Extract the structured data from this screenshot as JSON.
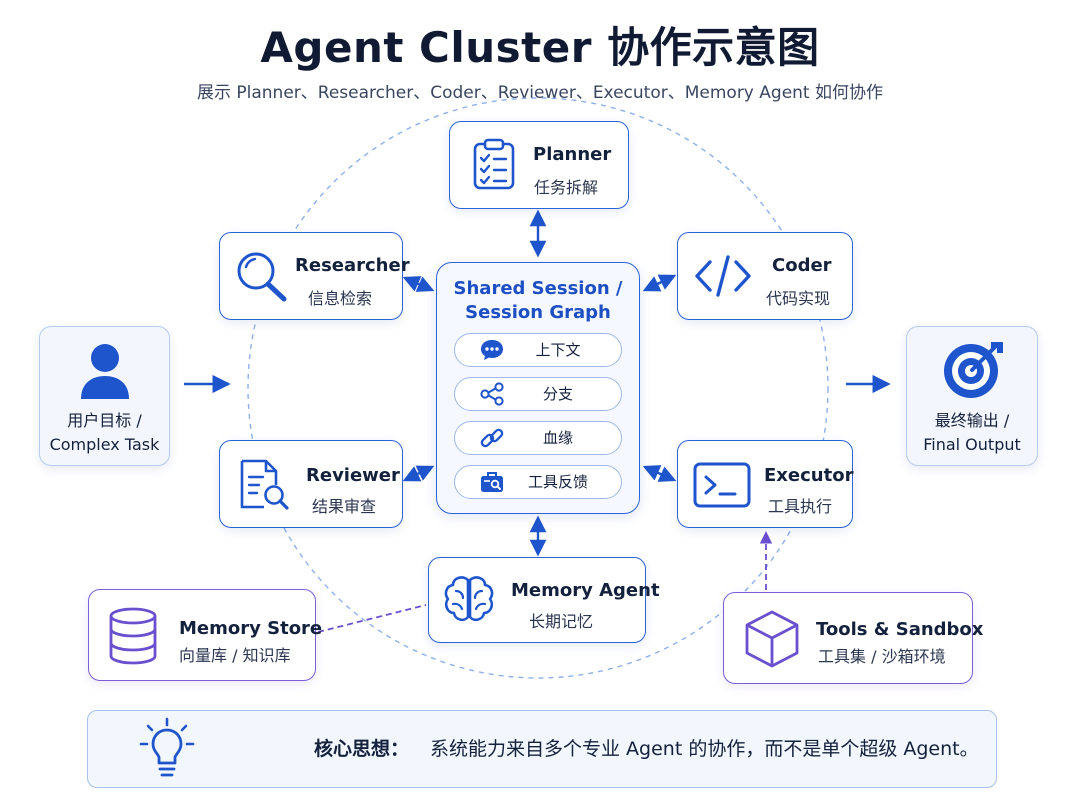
{
  "title": "Agent Cluster 协作示意图",
  "subtitle": "展示 Planner、Researcher、Coder、Reviewer、Executor、Memory Agent 如何协作",
  "agents": {
    "planner": {
      "name": "Planner",
      "desc": "任务拆解",
      "icon": "clipboard-checklist-icon"
    },
    "researcher": {
      "name": "Researcher",
      "desc": "信息检索",
      "icon": "magnifier-icon"
    },
    "coder": {
      "name": "Coder",
      "desc": "代码实现",
      "icon": "code-brackets-icon"
    },
    "reviewer": {
      "name": "Reviewer",
      "desc": "结果审查",
      "icon": "document-search-icon"
    },
    "executor": {
      "name": "Executor",
      "desc": "工具执行",
      "icon": "terminal-icon"
    },
    "memory_agent": {
      "name": "Memory Agent",
      "desc": "长期记忆",
      "icon": "brain-icon"
    }
  },
  "hub": {
    "title_line1": "Shared Session /",
    "title_line2": "Session Graph",
    "items": [
      {
        "label": "上下文",
        "icon": "chat-bubble-icon"
      },
      {
        "label": "分支",
        "icon": "share-nodes-icon"
      },
      {
        "label": "血缘",
        "icon": "link-icon"
      },
      {
        "label": "工具反馈",
        "icon": "toolbox-icon"
      }
    ]
  },
  "user_goal": {
    "line1": "用户目标 /",
    "line2": "Complex Task",
    "icon": "user-icon"
  },
  "final_output": {
    "line1": "最终输出 /",
    "line2": "Final Output",
    "icon": "target-icon"
  },
  "memory_store": {
    "name": "Memory Store",
    "desc": "向量库 / 知识库",
    "icon": "database-icon"
  },
  "tools_sandbox": {
    "name": "Tools & Sandbox",
    "desc": "工具集 / 沙箱环境",
    "icon": "cube-icon"
  },
  "footer": {
    "label": "核心思想：",
    "text": "系统能力来自多个专业 Agent 的协作，而不是单个超级 Agent。",
    "icon": "lightbulb-icon"
  },
  "colors": {
    "primary": "#2c63d6",
    "purple": "#7b5fd6",
    "dashed_ring": "#8fb0ec",
    "text": "#14213d"
  }
}
